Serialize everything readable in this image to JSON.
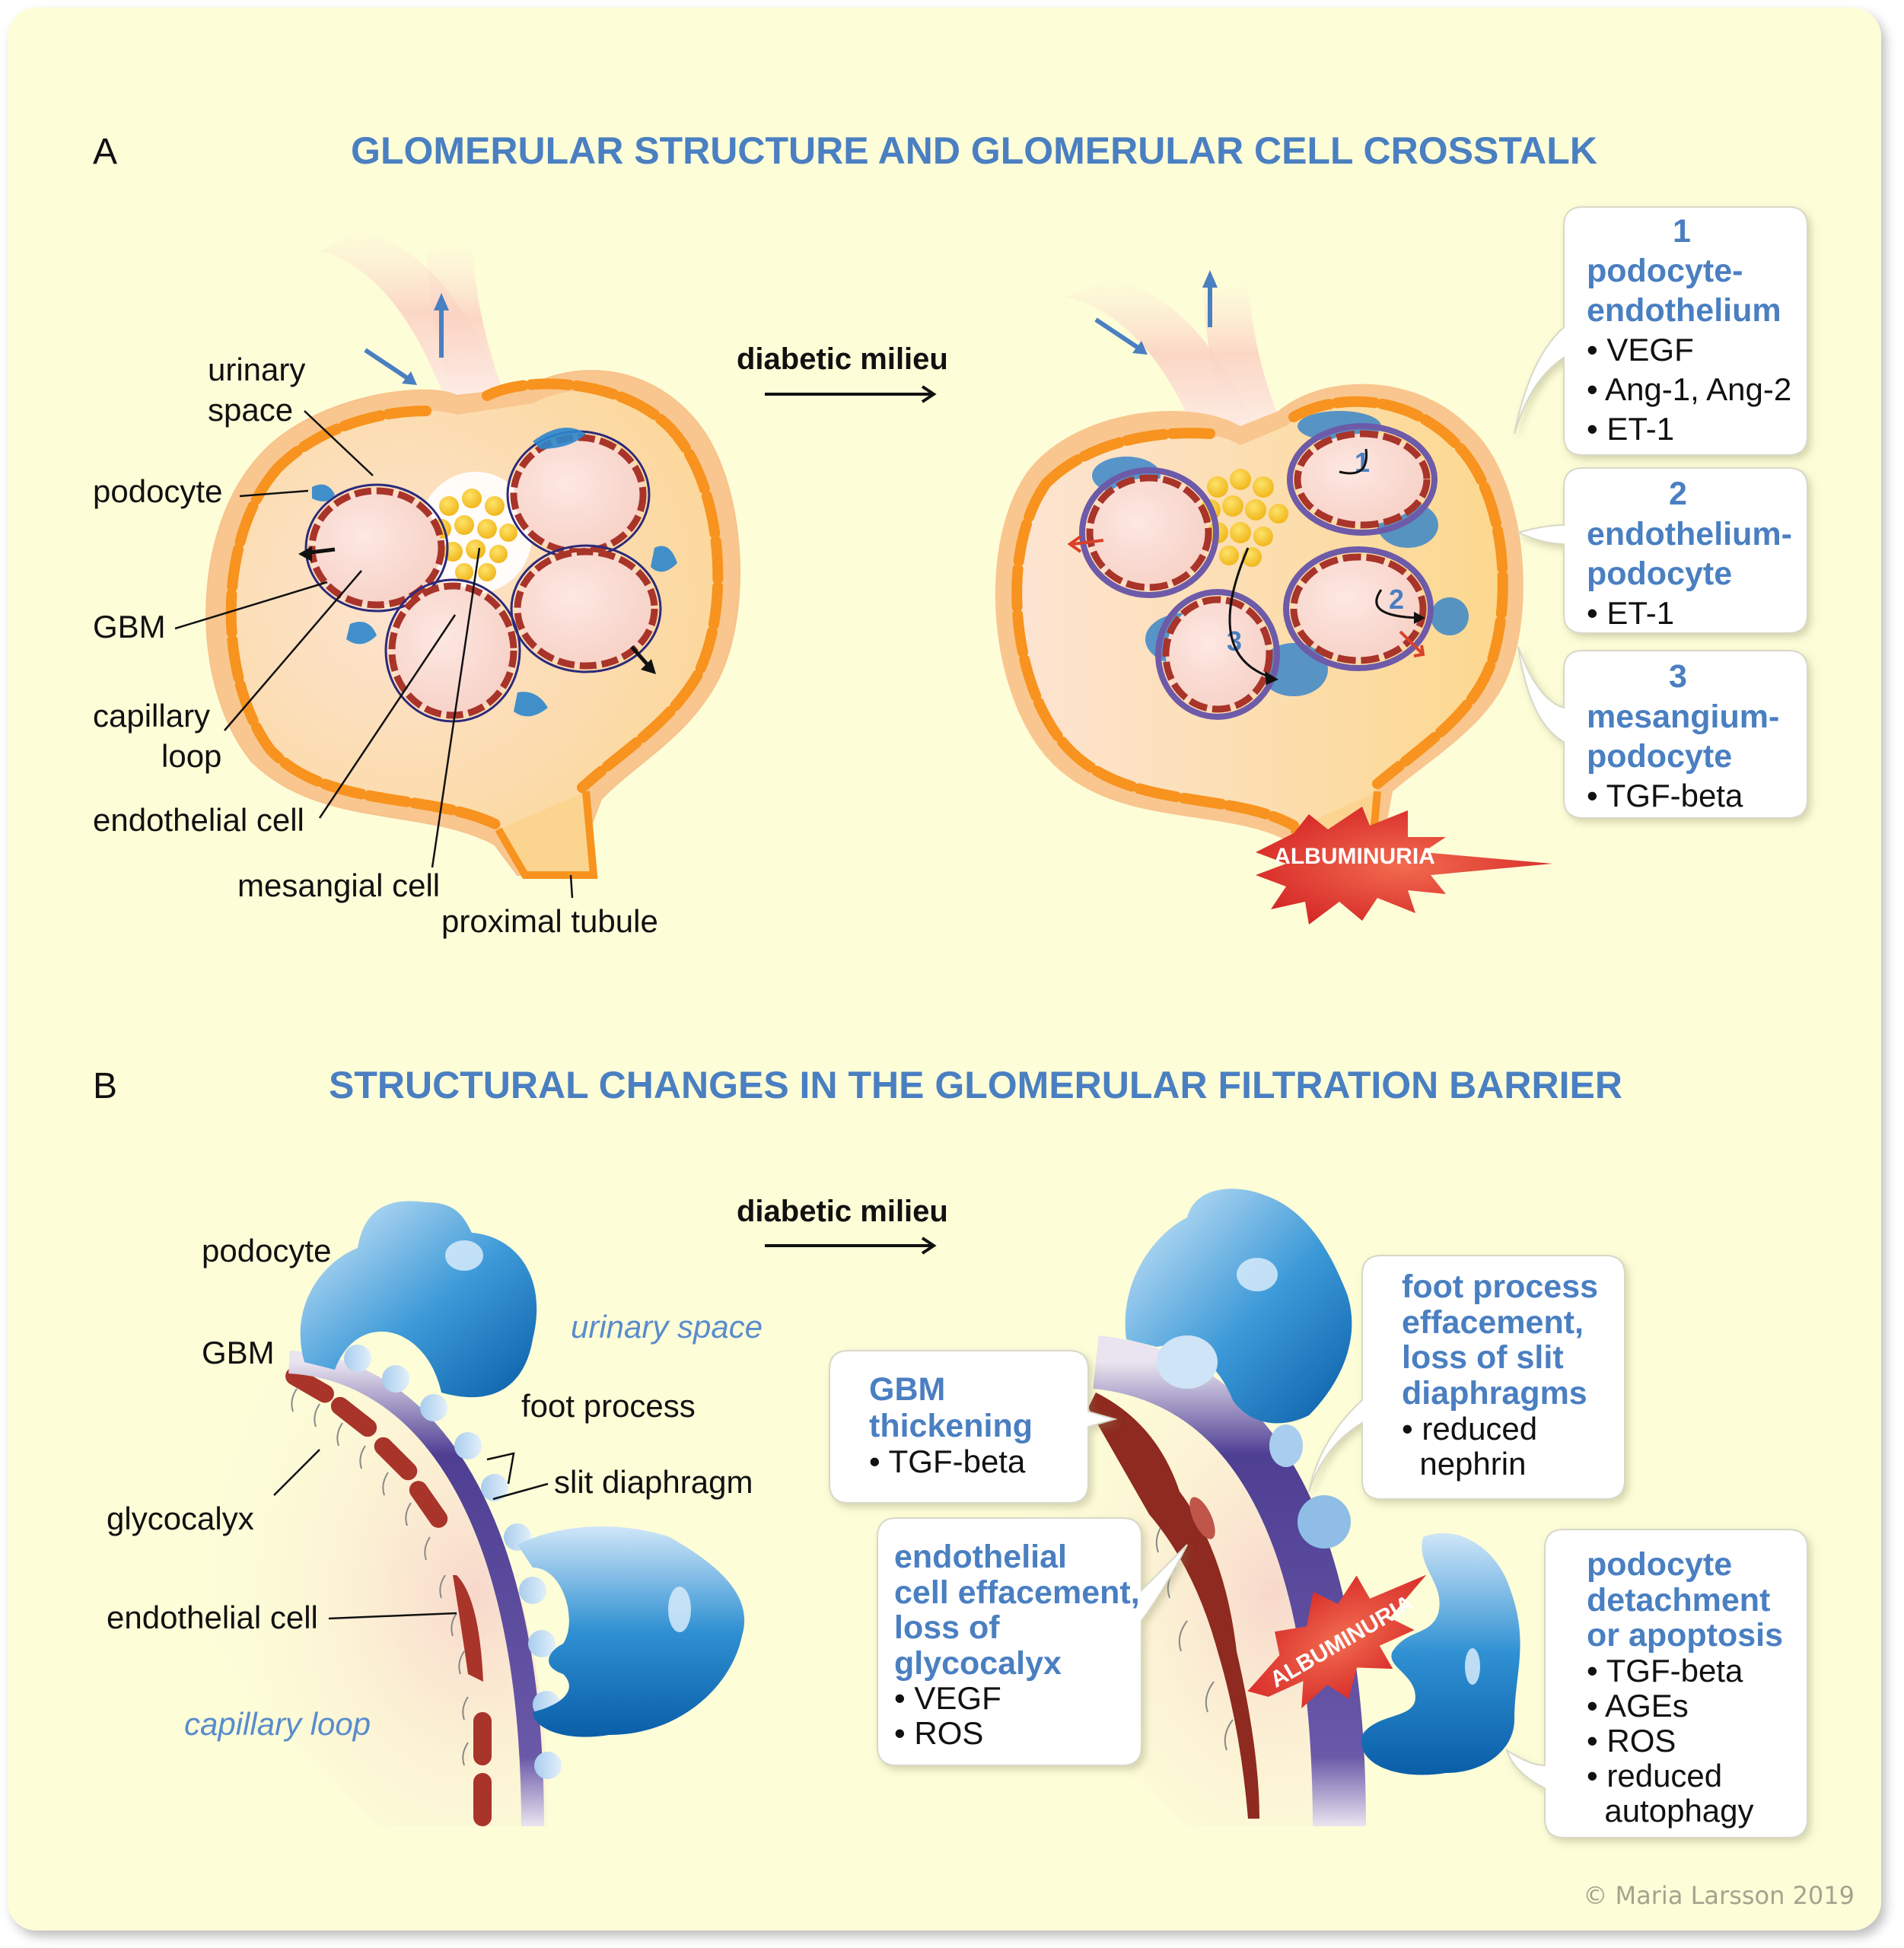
{
  "panel_a": {
    "letter": "A",
    "title": "GLOMERULAR STRUCTURE AND GLOMERULAR CELL CROSSTALK",
    "transition_label": "diabetic milieu",
    "labels": {
      "urinary_space_1": "urinary",
      "urinary_space_2": "space",
      "podocyte": "podocyte",
      "gbm": "GBM",
      "capillary_loop_1": "capillary",
      "capillary_loop_2": "loop",
      "endothelial_cell": "endothelial cell",
      "mesangial_cell": "mesangial cell",
      "proximal_tubule": "proximal tubule"
    },
    "crosstalk_markers": [
      "1",
      "2",
      "3"
    ],
    "callouts": [
      {
        "number": "1",
        "heading": [
          "podocyte-",
          "endothelium"
        ],
        "items": [
          "• VEGF",
          "• Ang-1, Ang-2",
          "• ET-1"
        ]
      },
      {
        "number": "2",
        "heading": [
          "endothelium-",
          "podocyte"
        ],
        "items": [
          "• ET-1"
        ]
      },
      {
        "number": "3",
        "heading": [
          "mesangium-",
          "podocyte"
        ],
        "items": [
          "• TGF-beta"
        ]
      }
    ],
    "burst_label": "ALBUMINURIA"
  },
  "panel_b": {
    "letter": "B",
    "title": "STRUCTURAL CHANGES IN THE GLOMERULAR FILTRATION BARRIER",
    "transition_label": "diabetic milieu",
    "labels": {
      "podocyte": "podocyte",
      "gbm": "GBM",
      "urinary_space": "urinary space",
      "foot_process": "foot process",
      "slit_diaphragm": "slit diaphragm",
      "glycocalyx": "glycocalyx",
      "endothelial_cell": "endothelial cell",
      "capillary_loop": "capillary loop"
    },
    "callouts": {
      "gbm": {
        "heading": [
          "GBM",
          "thickening"
        ],
        "items": [
          "• TGF-beta"
        ]
      },
      "foot_process": {
        "heading": [
          "foot process",
          "effacement,",
          "loss of slit",
          "diaphragms"
        ],
        "items": [
          "• reduced",
          "  nephrin"
        ]
      },
      "endothelial": {
        "heading": [
          "endothelial",
          "cell effacement,",
          "loss of",
          "glycocalyx"
        ],
        "items": [
          "• VEGF",
          "• ROS"
        ]
      },
      "podocyte": {
        "heading": [
          "podocyte",
          "detachment",
          "or apoptosis"
        ],
        "items": [
          "• TGF-beta",
          "• AGEs",
          "• ROS",
          "• reduced",
          "  autophagy"
        ]
      }
    },
    "burst_label": "ALBUMINURIA"
  },
  "copyright": "© Maria Larsson 2019",
  "colors": {
    "background": "#fdfdd8",
    "title_blue": "#4a7fc1",
    "capsule_orange": "#f7931e",
    "capsule_fill": "#fbd5a5",
    "gbm_purple": "#4e3f93",
    "endothelium_red": "#a8342a",
    "podocyte_blue": "#1f7ac4",
    "mesangial_yellow": "#f5c518",
    "albuminuria_red": "#e0302a"
  }
}
